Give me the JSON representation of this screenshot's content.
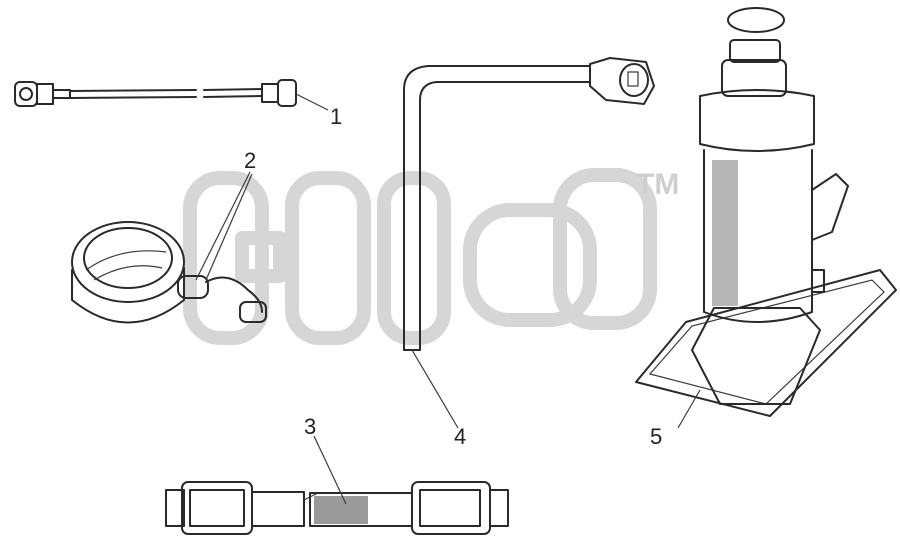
{
  "callouts": {
    "c1": "1",
    "c2": "2",
    "c3": "3",
    "c4": "4",
    "c5": "5"
  },
  "watermark": {
    "trademark": "TM"
  },
  "colors": {
    "ink": "#2a2a2a",
    "watermark": "#d6d6d6",
    "background": "#ffffff"
  }
}
